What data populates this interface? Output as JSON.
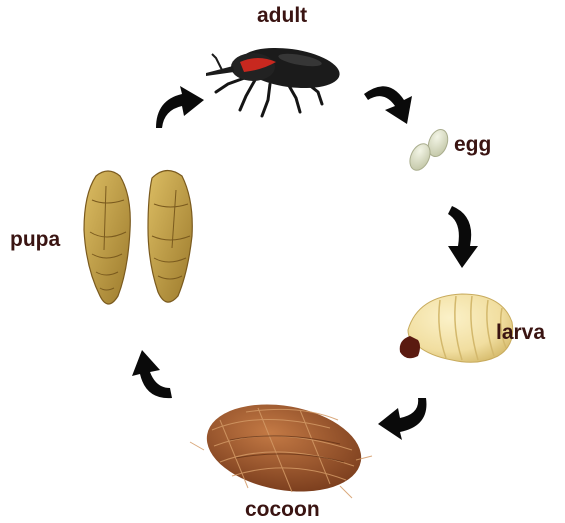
{
  "stages": {
    "adult": {
      "label": "adult",
      "icon": "weevil-adult-icon"
    },
    "egg": {
      "label": "egg",
      "icon": "eggs-icon"
    },
    "larva": {
      "label": "larva",
      "icon": "larva-grub-icon"
    },
    "cocoon": {
      "label": "cocoon",
      "icon": "fiber-cocoon-icon"
    },
    "pupa": {
      "label": "pupa",
      "icon": "pupa-icon"
    }
  },
  "colors": {
    "label_text": "#3a1412",
    "arrow": "#0a0a0a",
    "weevil_body": "#1b1b1b",
    "weevil_stripe": "#c8281f",
    "egg": "#d9ddc4",
    "larva_body": "#f1dea0",
    "larva_head": "#5a1a10",
    "cocoon": "#a15c2e",
    "pupa": "#c9a34a"
  }
}
